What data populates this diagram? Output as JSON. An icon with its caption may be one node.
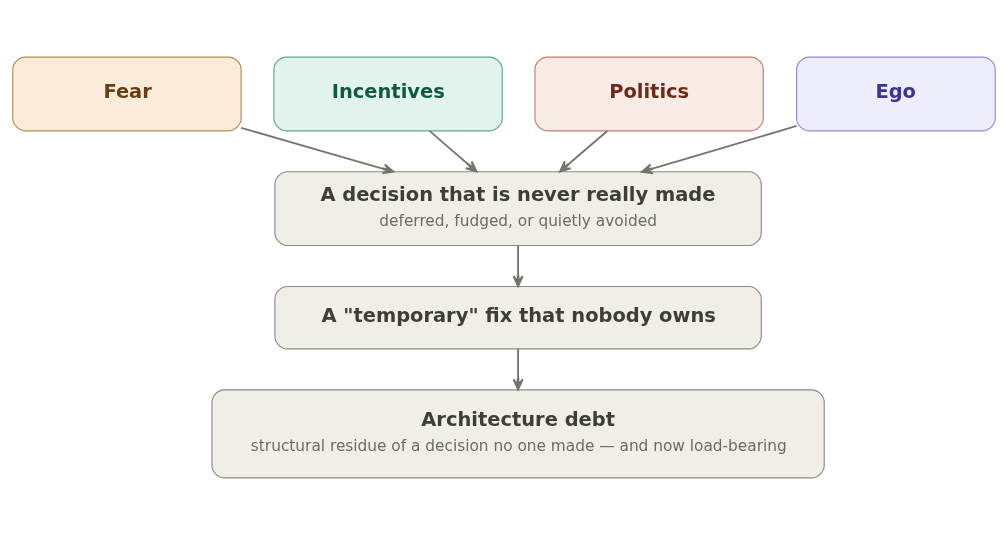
{
  "diagram": {
    "nodes": [
      {
        "text": [
          "Fear"
        ]
      },
      {
        "text": [
          "Incentives"
        ]
      },
      {
        "text": [
          "Politics"
        ]
      },
      {
        "text": [
          "Ego"
        ]
      },
      {
        "text": [
          "A decision that is never really made",
          "deferred, fudged, or quietly avoided"
        ]
      },
      {
        "text": [
          "A \"temporary\" fix that nobody owns"
        ]
      },
      {
        "text": [
          "Architecture debt",
          "structural residue of a decision no one made — and now load-bearing"
        ]
      }
    ],
    "edges": [
      {
        "from": 0,
        "to": 4,
        "arrow": "to"
      },
      {
        "from": 1,
        "to": 4,
        "arrow": "to"
      },
      {
        "from": 2,
        "to": 4,
        "arrow": "to"
      },
      {
        "from": 3,
        "to": 4,
        "arrow": "to"
      },
      {
        "from": 4,
        "to": 5,
        "arrow": "to"
      },
      {
        "from": 5,
        "to": 6,
        "arrow": "to"
      }
    ]
  }
}
